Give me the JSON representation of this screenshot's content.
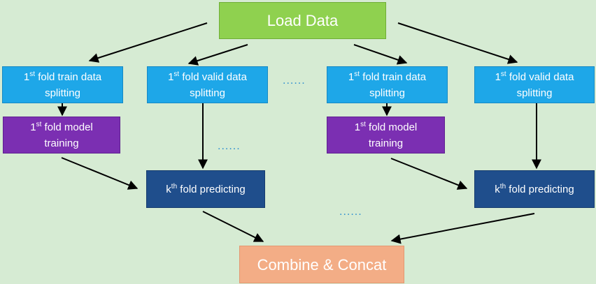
{
  "load": {
    "label": "Load Data"
  },
  "combine": {
    "label": "Combine & Concat"
  },
  "split_train_1": {
    "ord": "1",
    "sup": "st",
    "rest": " fold train data",
    "line2": "splitting"
  },
  "split_valid_1": {
    "ord": "1",
    "sup": "st",
    "rest": " fold valid data",
    "line2": "splitting"
  },
  "split_train_2": {
    "ord": "1",
    "sup": "st",
    "rest": " fold train data",
    "line2": "splitting"
  },
  "split_valid_2": {
    "ord": "1",
    "sup": "st",
    "rest": " fold valid data",
    "line2": "splitting"
  },
  "train_1": {
    "ord": "1",
    "sup": "st",
    "rest": " fold model",
    "line2": "training"
  },
  "train_2": {
    "ord": "1",
    "sup": "st",
    "rest": " fold model",
    "line2": "training"
  },
  "predict_1": {
    "ord": "k",
    "sup": "th",
    "rest": " fold predicting"
  },
  "predict_2": {
    "ord": "k",
    "sup": "th",
    "rest": " fold predicting"
  },
  "ellipses": {
    "top": "......",
    "middle": "......",
    "bottom": "......"
  },
  "colors": {
    "background": "#d6ebd3",
    "load": "#8fd14f",
    "split": "#1ea7e8",
    "train": "#7b2fb2",
    "predict": "#1f4e8c",
    "combine": "#f3ad86",
    "arrow": "#000000",
    "dots": "#2e8fd0"
  }
}
